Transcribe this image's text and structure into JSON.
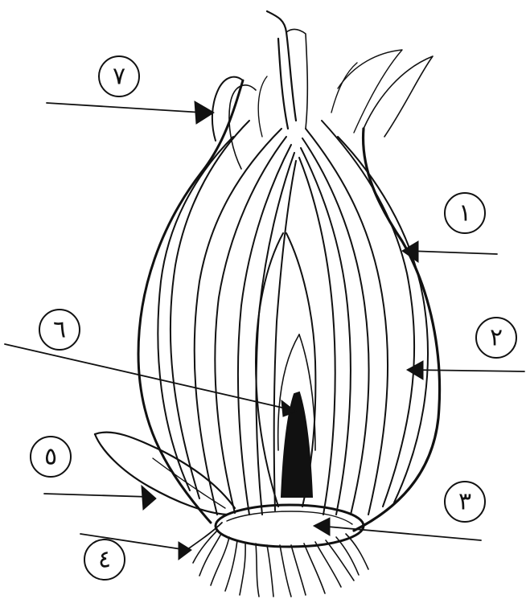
{
  "labels": {
    "l1": "١",
    "l2": "٢",
    "l3": "٣",
    "l4": "٤",
    "l5": "٥",
    "l6": "٦",
    "l7": "٧"
  },
  "colors": {
    "ink": "#111111",
    "background": "#ffffff"
  }
}
